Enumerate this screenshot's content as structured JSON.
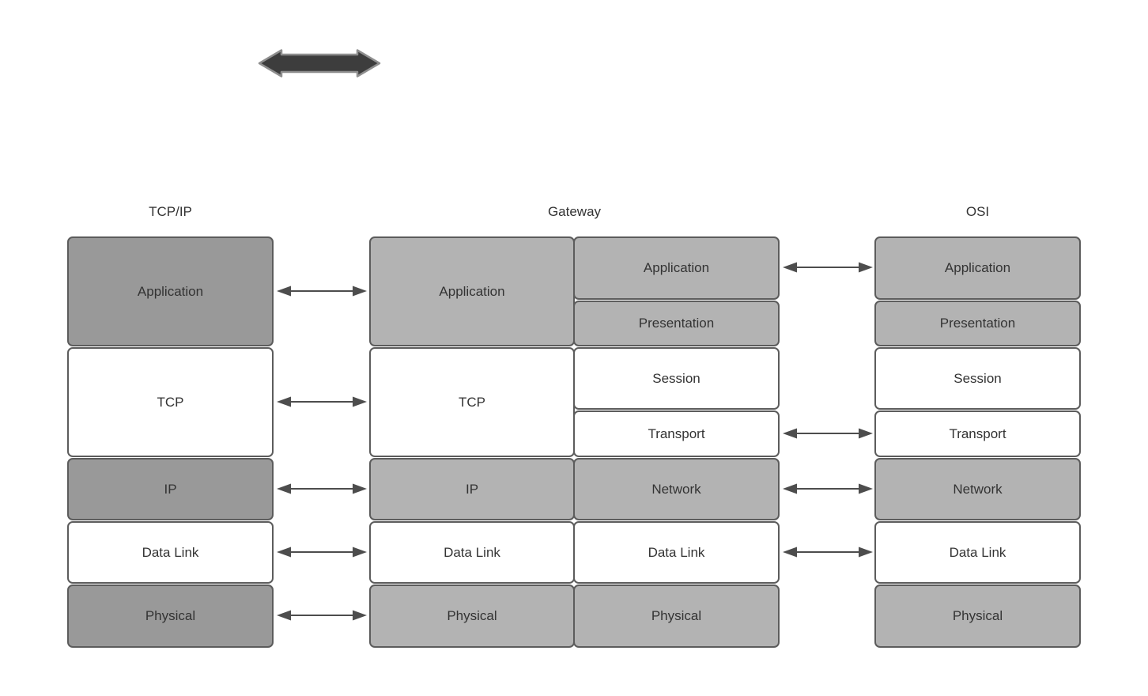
{
  "headers": {
    "tcpip": "TCP/IP",
    "gateway": "Gateway",
    "osi": "OSI"
  },
  "stacks": {
    "tcpip": {
      "application": "Application",
      "tcp": "TCP",
      "ip": "IP",
      "data_link": "Data Link",
      "physical": "Physical"
    },
    "gateway_left": {
      "application": "Application",
      "tcp": "TCP",
      "ip": "IP",
      "data_link": "Data Link",
      "physical": "Physical"
    },
    "gateway_right": {
      "application": "Application",
      "presentation": "Presentation",
      "session": "Session",
      "transport": "Transport",
      "network": "Network",
      "data_link": "Data Link",
      "physical": "Physical"
    },
    "osi": {
      "application": "Application",
      "presentation": "Presentation",
      "session": "Session",
      "transport": "Transport",
      "network": "Network",
      "data_link": "Data Link",
      "physical": "Physical"
    }
  },
  "connections": {
    "tcpip_to_gateway_rows": [
      "Application",
      "TCP",
      "IP",
      "Data Link",
      "Physical"
    ],
    "gateway_to_osi_rows": [
      "Application",
      "Transport",
      "Network",
      "Data Link"
    ]
  },
  "icons": {
    "top_shape": "double-headed-arrow",
    "connector": "bidirectional-arrow"
  },
  "colors": {
    "tcpip_gray_fill": "#999999",
    "gateway_osi_gray_fill": "#b3b3b3",
    "white_fill": "#ffffff",
    "box_border": "#5c5c5c",
    "connector": "#4d4d4d",
    "top_arrow_fill": "#3d3d3d",
    "top_arrow_outline": "#8f8f8f",
    "text": "#333333",
    "background": "#ffffff"
  }
}
